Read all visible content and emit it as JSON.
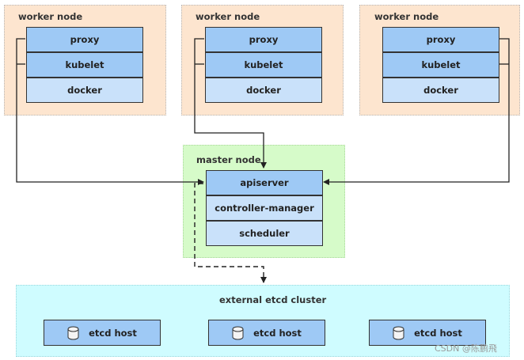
{
  "workers": [
    {
      "title": "worker node",
      "components": [
        "proxy",
        "kubelet",
        "docker"
      ]
    },
    {
      "title": "worker node",
      "components": [
        "proxy",
        "kubelet",
        "docker"
      ]
    },
    {
      "title": "worker node",
      "components": [
        "proxy",
        "kubelet",
        "docker"
      ]
    }
  ],
  "master": {
    "title": "master node",
    "components": [
      "apiserver",
      "controller-manager",
      "scheduler"
    ]
  },
  "etcd": {
    "title": "external etcd cluster",
    "hosts": [
      "etcd host",
      "etcd host",
      "etcd host"
    ]
  },
  "icons": {
    "etcd_host": "database-icon"
  },
  "colors": {
    "worker_bg": "#fde5cf",
    "master_bg": "#d6fbc9",
    "etcd_bg": "#cffcff",
    "component_primary": "#9ec9f5",
    "component_secondary": "#c9e1fa"
  },
  "watermark": "CSDN @陈鹏飛"
}
